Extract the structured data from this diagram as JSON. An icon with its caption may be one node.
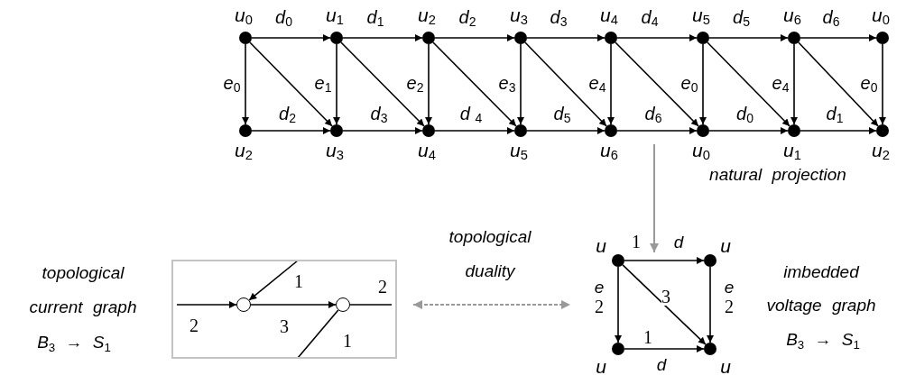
{
  "diagram": {
    "nodes": [
      {
        "text": [],
        "shape": "circle",
        "beside": [
          "u$_{0}$"
        ]
      },
      {
        "text": [],
        "shape": "circle",
        "beside": [
          "u$_{1}$"
        ]
      },
      {
        "text": [],
        "shape": "circle",
        "beside": [
          "u$_{2}$"
        ]
      },
      {
        "text": [],
        "shape": "circle",
        "beside": [
          "u$_{3}$"
        ]
      },
      {
        "text": [],
        "shape": "circle",
        "beside": [
          "u$_{4}$"
        ]
      },
      {
        "text": [],
        "shape": "circle",
        "beside": [
          "u$_{5}$"
        ]
      },
      {
        "text": [],
        "shape": "circle",
        "beside": [
          "u$_{6}$"
        ]
      },
      {
        "text": [],
        "shape": "circle",
        "beside": [
          "u$_{0}$"
        ]
      },
      {
        "text": [],
        "shape": "circle",
        "beside": [
          "u$_{2}$"
        ]
      },
      {
        "text": [],
        "shape": "circle",
        "beside": [
          "u$_{3}$"
        ]
      },
      {
        "text": [],
        "shape": "circle",
        "beside": [
          "u$_{4}$"
        ]
      },
      {
        "text": [],
        "shape": "circle",
        "beside": [
          "u$_{5}$"
        ]
      },
      {
        "text": [],
        "shape": "circle",
        "beside": [
          "u$_{6}$"
        ]
      },
      {
        "text": [],
        "shape": "circle",
        "beside": [
          "u$_{0}$"
        ]
      },
      {
        "text": [],
        "shape": "circle",
        "beside": [
          "u$_{1}$"
        ]
      },
      {
        "text": [],
        "shape": "circle",
        "beside": [
          "u$_{2}$"
        ]
      },
      {
        "text": [],
        "shape": "box"
      },
      {
        "text": [],
        "shape": "circle",
        "in": 16
      },
      {
        "text": [],
        "shape": "circle",
        "in": 16
      },
      {
        "text": [],
        "shape": "circle",
        "beside": [
          "u"
        ]
      },
      {
        "text": [],
        "shape": "circle",
        "beside": [
          "u"
        ]
      },
      {
        "text": [],
        "shape": "circle",
        "beside": [
          "u"
        ]
      },
      {
        "text": [],
        "shape": "circle",
        "beside": [
          "u"
        ]
      }
    ],
    "edges": [
      {
        "from": 0,
        "to": 1,
        "arrow": "to",
        "label": "d$_{0}$"
      },
      {
        "from": 1,
        "to": 2,
        "arrow": "to",
        "label": "d$_{1}$"
      },
      {
        "from": 2,
        "to": 3,
        "arrow": "to",
        "label": "d$_{2}$"
      },
      {
        "from": 3,
        "to": 4,
        "arrow": "to",
        "label": "d$_{3}$"
      },
      {
        "from": 4,
        "to": 5,
        "arrow": "to",
        "label": "d$_{4}$"
      },
      {
        "from": 5,
        "to": 6,
        "arrow": "to",
        "label": "d$_{5}$"
      },
      {
        "from": 6,
        "to": 7,
        "arrow": "to",
        "label": "d$_{6}$"
      },
      {
        "from": 8,
        "to": 9,
        "arrow": "to",
        "label": "d$_{2}$"
      },
      {
        "from": 9,
        "to": 10,
        "arrow": "to",
        "label": "d$_{3}$"
      },
      {
        "from": 10,
        "to": 11,
        "arrow": "to",
        "label": "d $_{4}$"
      },
      {
        "from": 11,
        "to": 12,
        "arrow": "to",
        "label": "d$_{5}$"
      },
      {
        "from": 12,
        "to": 13,
        "arrow": "to",
        "label": "d$_{6}$"
      },
      {
        "from": 13,
        "to": 14,
        "arrow": "to",
        "label": "d$_{0}$"
      },
      {
        "from": 14,
        "to": 15,
        "arrow": "to",
        "label": "d$_{1}$"
      },
      {
        "from": 0,
        "to": 8,
        "arrow": "to",
        "label": "e$_{0}$"
      },
      {
        "from": 1,
        "to": 9,
        "arrow": "to",
        "label": "e$_{1}$"
      },
      {
        "from": 2,
        "to": 10,
        "arrow": "to",
        "label": "e$_{2}$"
      },
      {
        "from": 3,
        "to": 11,
        "arrow": "to",
        "label": "e$_{3}$"
      },
      {
        "from": 4,
        "to": 12,
        "arrow": "to",
        "label": "e$_{4}$"
      },
      {
        "from": 5,
        "to": 13,
        "arrow": "to",
        "label": "e$_{0}$"
      },
      {
        "from": 6,
        "to": 14,
        "arrow": "to",
        "label": "e$_{4}$"
      },
      {
        "from": 7,
        "to": 15,
        "arrow": "to",
        "label": "e$_{0}$"
      },
      {
        "from": 0,
        "to": 9,
        "arrow": "to"
      },
      {
        "from": 1,
        "to": 10,
        "arrow": "to"
      },
      {
        "from": 2,
        "to": 11,
        "arrow": "to"
      },
      {
        "from": 3,
        "to": 12,
        "arrow": "to"
      },
      {
        "from": 4,
        "to": 13,
        "arrow": "to"
      },
      {
        "from": 5,
        "to": 14,
        "arrow": "to"
      },
      {
        "from": 6,
        "to": 15,
        "arrow": "to"
      },
      {
        "from": null,
        "to": 17,
        "arrow": "to",
        "label": "2"
      },
      {
        "from": null,
        "to": 17,
        "arrow": "to",
        "label": "1"
      },
      {
        "from": 17,
        "to": 18,
        "arrow": "to",
        "label": "3"
      },
      {
        "from": 18,
        "to": null,
        "arrow": "none",
        "label": "2"
      },
      {
        "from": 18,
        "to": null,
        "arrow": "none",
        "label": "1"
      },
      {
        "from": 19,
        "to": 20,
        "arrow": "to",
        "label": "1"
      },
      {
        "from": 19,
        "to": 21,
        "arrow": "to",
        "label": "2"
      },
      {
        "from": 19,
        "to": 22,
        "arrow": "to",
        "label": "3"
      },
      {
        "from": 20,
        "to": 22,
        "arrow": "to",
        "label": "2"
      },
      {
        "from": 21,
        "to": 22,
        "arrow": "to",
        "label": "1"
      }
    ],
    "labels": [
      "natural projection",
      "topological duality",
      "topological current graph",
      "B$_{3}$ → S$_{1}$",
      "d",
      "e",
      "e",
      "d",
      "imbedded voltage graph",
      "B$_{3}$ → S$_{1}$"
    ]
  }
}
